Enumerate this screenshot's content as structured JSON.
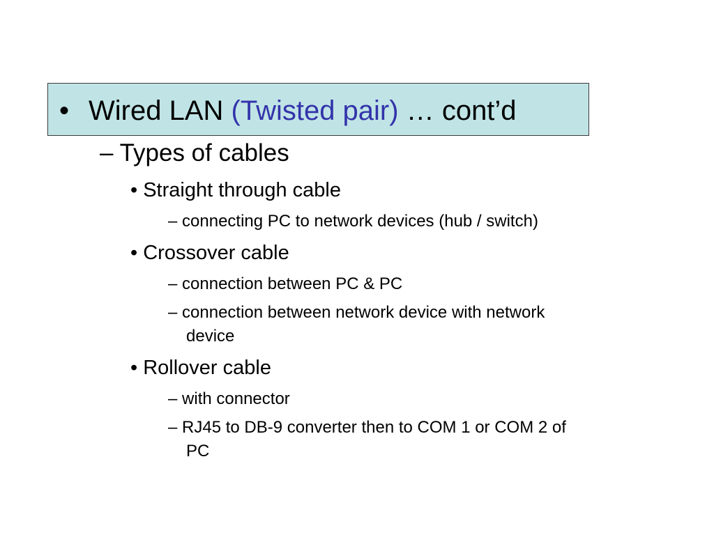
{
  "title": {
    "bullet": "•",
    "main": "Wired LAN",
    "accent": "(Twisted pair)",
    "suffix": "… cont’d",
    "accent_color": "#3333aa",
    "box_color": "#c0e4e6"
  },
  "outline": {
    "dash": "–",
    "dot": "•",
    "types_heading": "Types of cables",
    "straight": {
      "label": "Straight through cable",
      "details": [
        "connecting PC to network devices (hub / switch)"
      ]
    },
    "crossover": {
      "label": "Crossover cable",
      "details": [
        "connection between PC & PC",
        "connection between network device with network",
        "device"
      ]
    },
    "rollover": {
      "label": "Rollover cable",
      "details": [
        "with connector",
        "RJ45 to DB-9 converter then to COM 1 or COM 2 of",
        "PC"
      ]
    }
  }
}
